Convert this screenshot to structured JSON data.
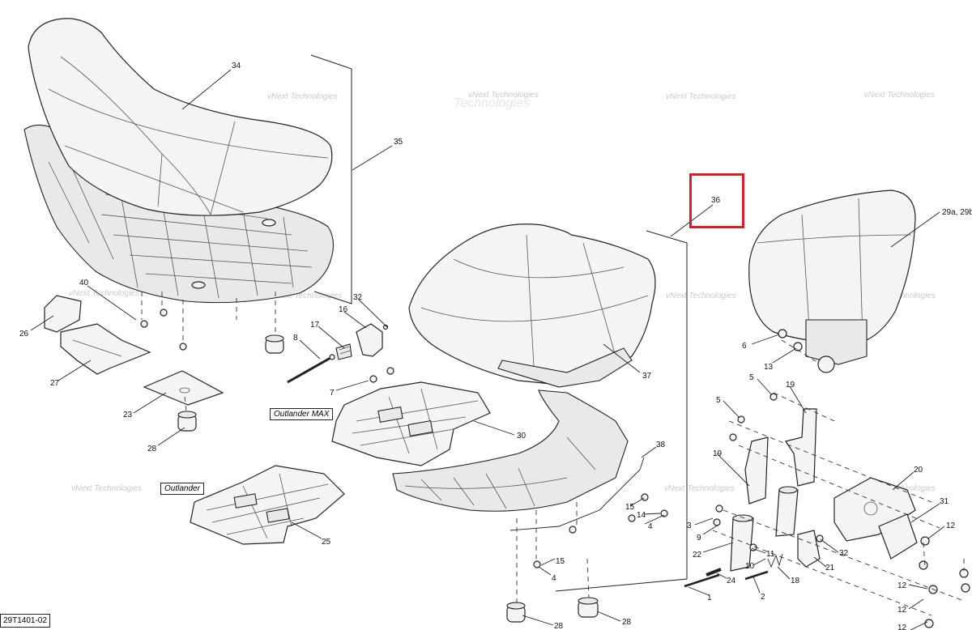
{
  "document": {
    "id": "29T1401-02",
    "variants": [
      "Outlander MAX",
      "Outlander"
    ]
  },
  "watermark": {
    "line1": "vNext",
    "line2": "Technologies",
    "combined": "vNext Technologies"
  },
  "callouts": {
    "c34": "34",
    "c35": "35",
    "c36": "36",
    "c37": "37",
    "c29ab": "29a, 29b",
    "c40": "40",
    "c26": "26",
    "c27": "27",
    "c23": "23",
    "c28a": "28",
    "c32a": "32",
    "c16": "16",
    "c17": "17",
    "c8": "8",
    "c7": "7",
    "c30": "30",
    "c25": "25",
    "c38": "38",
    "c15a": "15",
    "c14": "14",
    "c4a": "4",
    "c15b": "15",
    "c4b": "4",
    "c28b": "28",
    "c28c": "28",
    "c6": "6",
    "c13": "13",
    "c5a": "5",
    "c5b": "5",
    "c19a": "19",
    "c19b": "19",
    "c3": "3",
    "c9": "9",
    "c22": "22",
    "c24": "24",
    "c1": "1",
    "c2": "2",
    "c11": "11",
    "c10": "10",
    "c18": "18",
    "c21": "21",
    "c32b": "32",
    "c20": "20",
    "c31": "31",
    "c12a": "12",
    "c12b": "12",
    "c12c": "12",
    "c12d": "12"
  },
  "highlight": {
    "label": "36",
    "color": "#d3202a"
  }
}
